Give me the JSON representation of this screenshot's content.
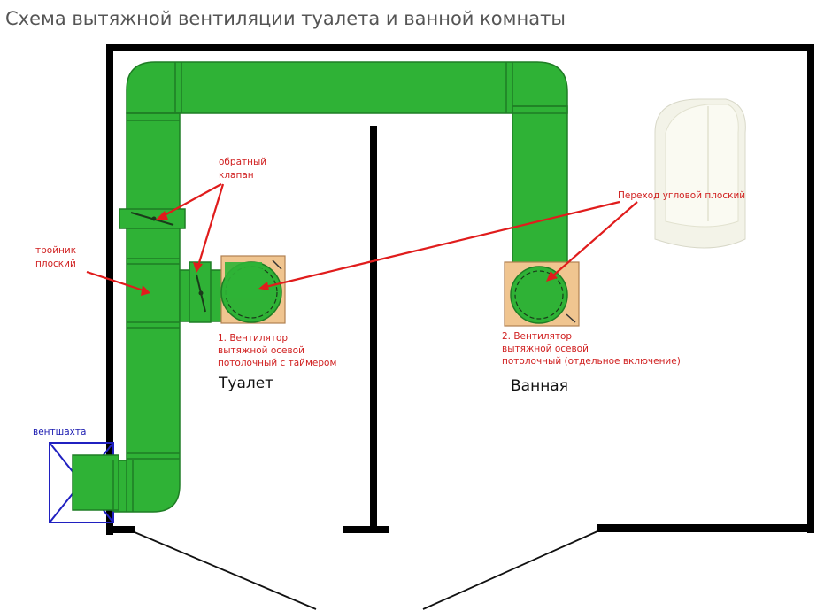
{
  "title": "Схема вытяжной вентиляции туалета и ванной комнаты",
  "labels": {
    "check_valve": [
      "обратный",
      "клапан"
    ],
    "tee": [
      "тройник",
      "плоский"
    ],
    "corner_transition": "Переход угловой плоский",
    "fan1": [
      "1. Вентилятор",
      "вытяжной осевой",
      "потолочный с таймером"
    ],
    "fan2": [
      "2. Вентилятор",
      "вытяжной осевой",
      "потолочный (отдельное включение)"
    ],
    "toilet": "Туалет",
    "bathroom": "Ванная",
    "shaft": "вентшахта"
  },
  "colors": {
    "duct": "#2fb236",
    "duct_edge": "#1f7d25",
    "fan_box": "#f0c590",
    "annotation": "#e01c1c",
    "shaft": "#2020c0",
    "wall": "#000000"
  }
}
